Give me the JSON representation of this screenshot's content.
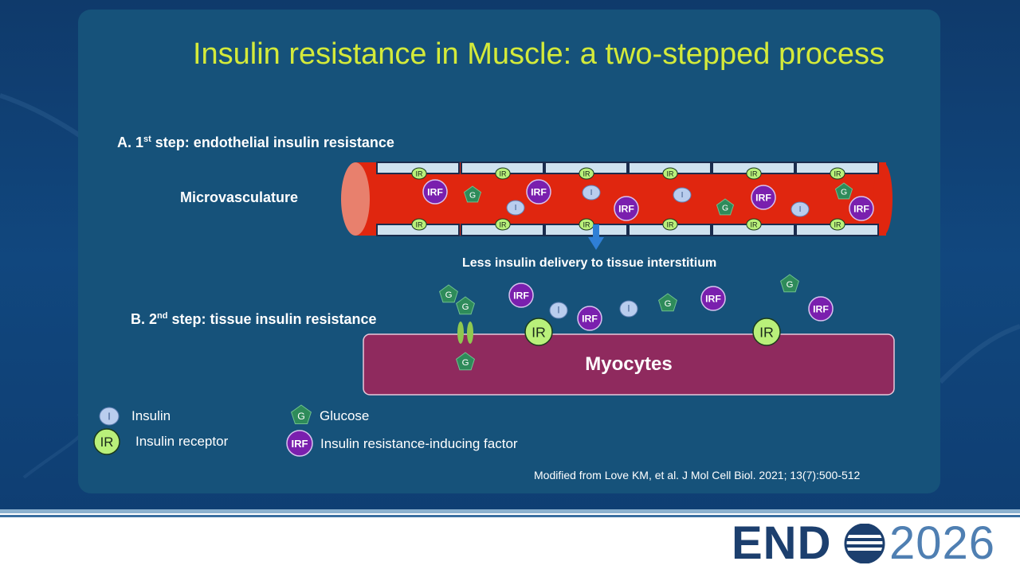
{
  "title": "Insulin resistance in Muscle: a two-stepped process",
  "stepA": {
    "prefix": "A. 1",
    "sup": "st",
    "suffix": " step: endothelial insulin resistance"
  },
  "stepB": {
    "prefix": "B. 2",
    "sup": "nd",
    "suffix": " step: tissue insulin resistance"
  },
  "microvasculature_label": "Microvasculature",
  "delivery_label": "Less insulin delivery to tissue interstitium",
  "myocytes_label": "Myocytes",
  "markers": {
    "insulin": "I",
    "receptor": "IR",
    "glucose": "G",
    "irf": "IRF"
  },
  "legend": {
    "insulin": "Insulin",
    "receptor": "Insulin receptor",
    "glucose": "Glucose",
    "irf": "Insulin resistance-inducing factor"
  },
  "citation": "Modified from Love KM, et al. J Mol Cell Biol. 2021; 13(7):500-512",
  "logo": {
    "brand": "END",
    "year": "2026"
  },
  "colors": {
    "title": "#d4ea3a",
    "vessel": "#e0260f",
    "receptor": "#b9f07a",
    "glucose": "#2e8b5a",
    "irf": "#7a1fae",
    "insulin": "#b9cdee",
    "myocyte": "#8f2a5e"
  }
}
